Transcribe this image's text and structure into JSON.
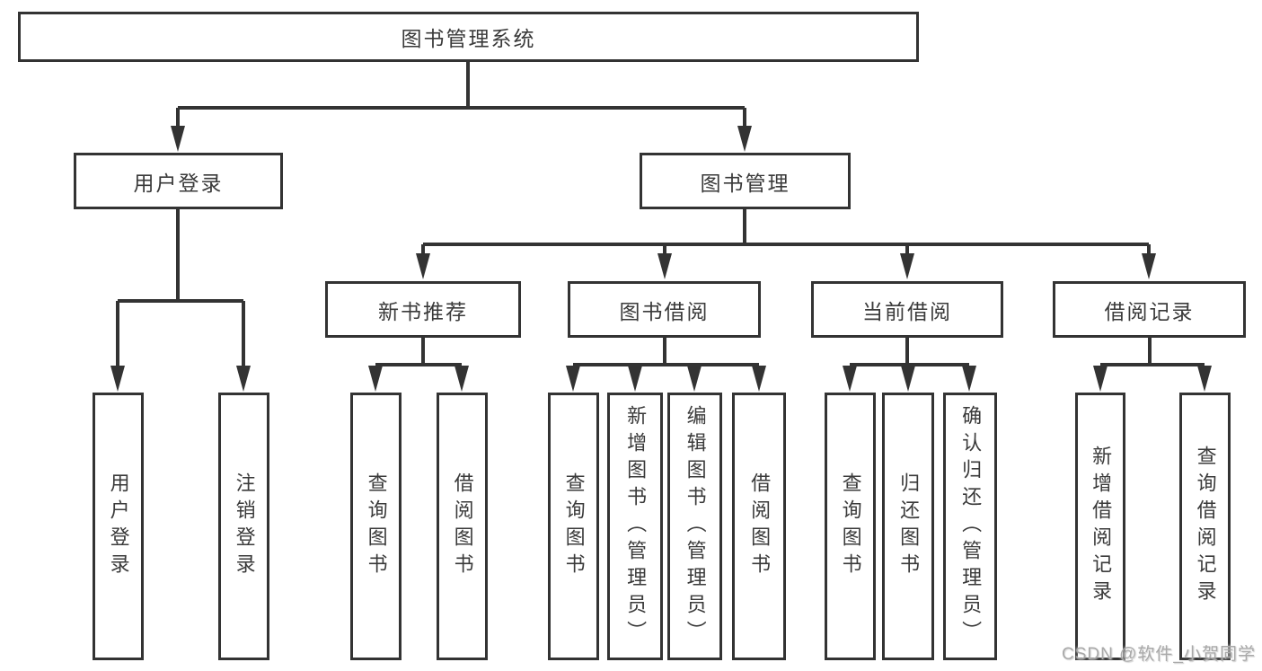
{
  "diagram": {
    "root": {
      "label": "图书管理系统"
    },
    "branches": [
      {
        "label": "用户登录",
        "children": [
          {
            "label": "用户登录"
          },
          {
            "label": "注销登录"
          }
        ]
      },
      {
        "label": "图书管理",
        "children": [
          {
            "label": "新书推荐",
            "children": [
              {
                "label": "查询图书"
              },
              {
                "label": "借阅图书"
              }
            ]
          },
          {
            "label": "图书借阅",
            "children": [
              {
                "label": "查询图书"
              },
              {
                "label": "新增图书（管理员）"
              },
              {
                "label": "编辑图书（管理员）"
              },
              {
                "label": "借阅图书"
              }
            ]
          },
          {
            "label": "当前借阅",
            "children": [
              {
                "label": "查询图书"
              },
              {
                "label": "归还图书"
              },
              {
                "label": "确认归还（管理员）"
              }
            ]
          },
          {
            "label": "借阅记录",
            "children": [
              {
                "label": "新增借阅记录"
              },
              {
                "label": "查询借阅记录"
              }
            ]
          }
        ]
      }
    ]
  },
  "watermark": "CSDN @软件_小贺同学",
  "colors": {
    "line": "#333333",
    "box_border": "#333333",
    "text": "#3a3a3a",
    "background": "#ffffff",
    "watermark": "#a9a9a9"
  }
}
